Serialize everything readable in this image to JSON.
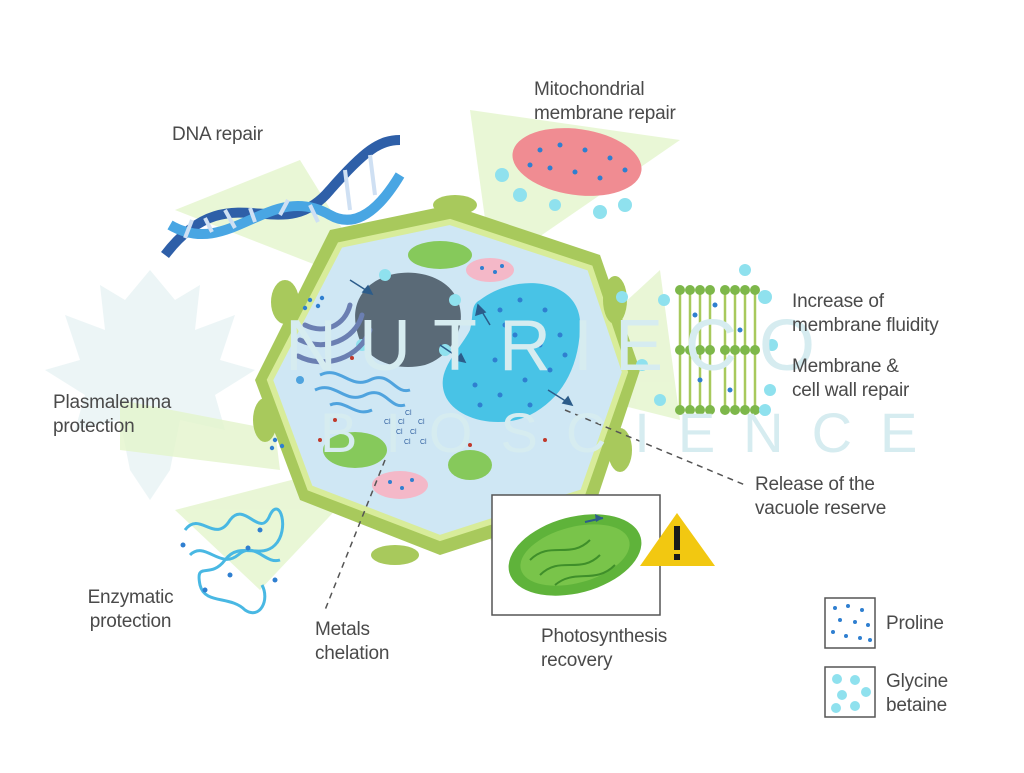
{
  "labels": {
    "dna_repair": "DNA repair",
    "mito_repair": "Mitochondrial\nmembrane repair",
    "membrane_fluidity": "Increase of\nmembrane fluidity",
    "membrane_wall_repair": "Membrane &\ncell wall repair",
    "plasmalemma": "Plasmalemma\nprotection",
    "vacuole_release": "Release of the\nvacuole reserve",
    "enzymatic": "Enzymatic\nprotection",
    "metals": "Metals\nchelation",
    "photosynthesis": "Photosynthesis\nrecovery"
  },
  "legend": {
    "proline": "Proline",
    "glycine_betaine": "Glycine\nbetaine"
  },
  "chloride_symbol": "Cl",
  "watermark": {
    "line1": "NUTRIECO",
    "line2": "BIOSCIENCE"
  },
  "colors": {
    "proline_dot": "#2f7fd0",
    "glycine_dot": "#8fe1ee",
    "cell_wall": "#a8c95c",
    "cytoplasm": "#cfe7f4",
    "vacuole": "#48c3e6",
    "nucleus": "#5a6a77",
    "chloroplast": "#79c44a",
    "mitochondrion": "#f08c92",
    "warning": "#f2c811"
  }
}
